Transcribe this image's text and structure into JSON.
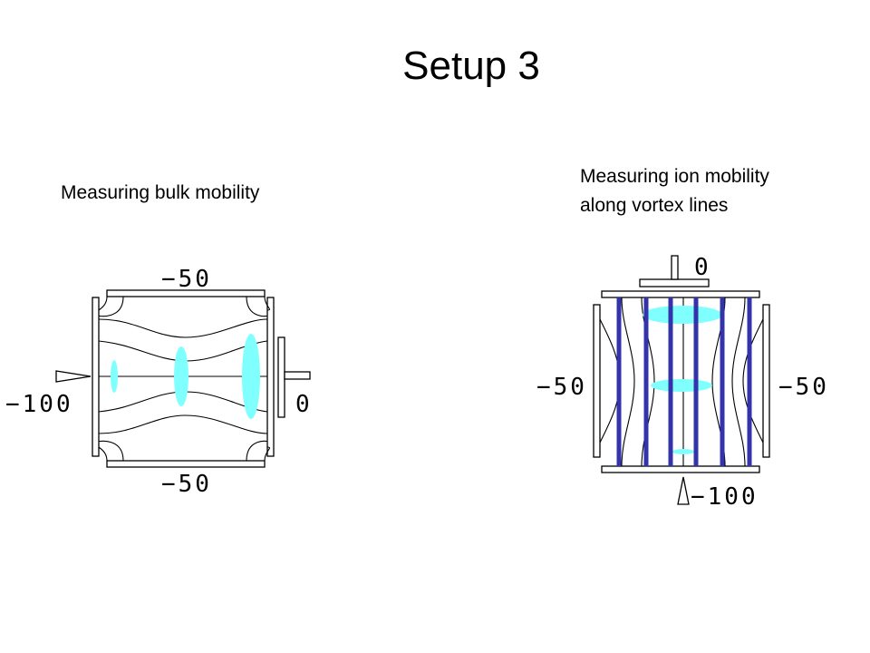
{
  "title": "Setup 3",
  "left_panel": {
    "caption": "Measuring bulk mobility",
    "label_top": "−50",
    "label_bottom": "−50",
    "label_left": "−100",
    "label_right": "0"
  },
  "right_panel": {
    "caption_line1": "Measuring ion mobility",
    "caption_line2": "along vortex lines",
    "label_top": "0",
    "label_left": "−50",
    "label_right": "−50",
    "label_bottom": "−100"
  },
  "colors": {
    "ion_cloud": "#80ffff",
    "vortex_line": "#3333aa",
    "outline": "#000000"
  }
}
